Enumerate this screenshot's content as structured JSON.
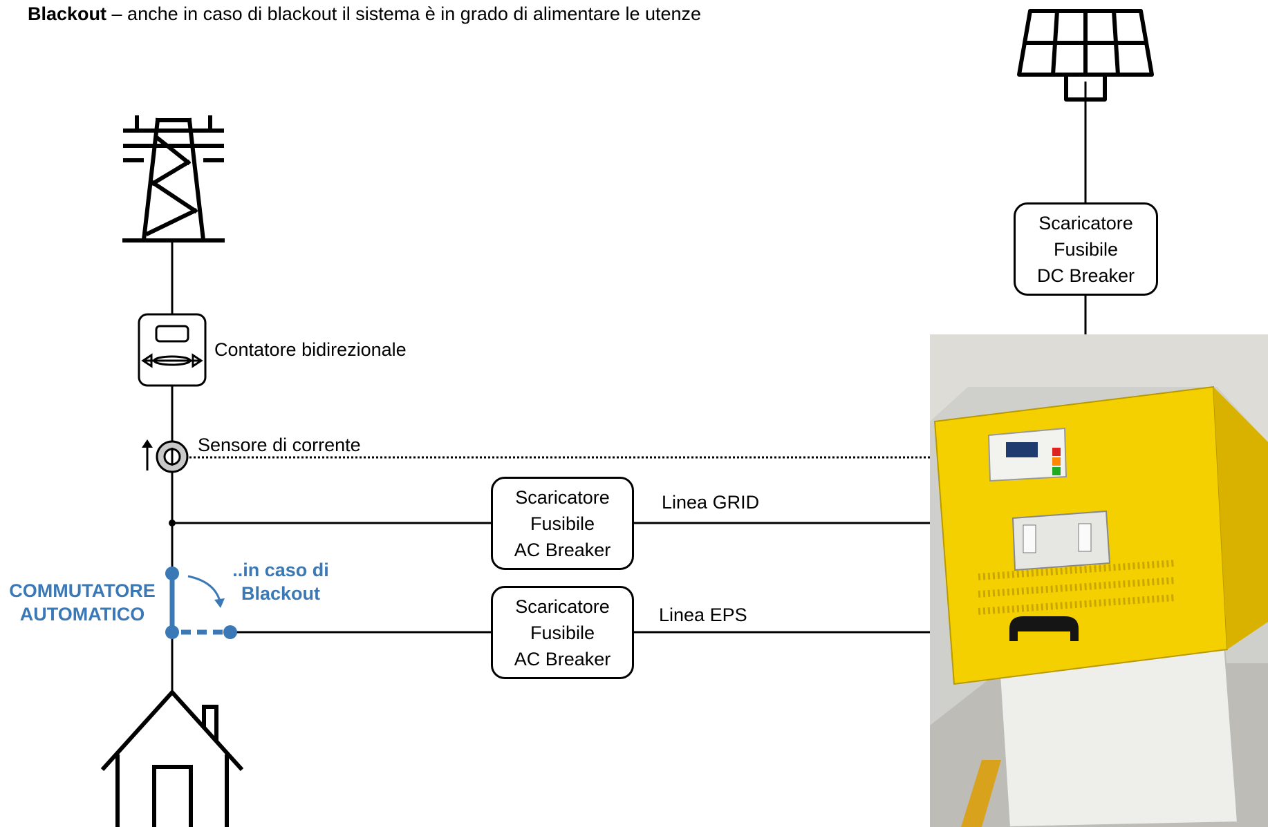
{
  "heading": {
    "bold": "Blackout",
    "rest": " – anche in caso di blackout il sistema è in grado di alimentare le utenze"
  },
  "labels": {
    "meter": "Contatore bidirezionale",
    "sensor": "Sensore di corrente",
    "grid_line": "Linea GRID",
    "eps_line": "Linea EPS",
    "switch_title_1": "COMMUTATORE",
    "switch_title_2": "AUTOMATICO",
    "blackout_note_1": "..in caso di",
    "blackout_note_2": "Blackout"
  },
  "boxes": {
    "dc": [
      "Scaricatore",
      "Fusibile",
      "DC Breaker"
    ],
    "grid": [
      "Scaricatore",
      "Fusibile",
      "AC Breaker"
    ],
    "eps": [
      "Scaricatore",
      "Fusibile",
      "AC Breaker"
    ]
  },
  "icons": [
    "power-pylon-icon",
    "meter-icon",
    "current-sensor-icon",
    "house-icon",
    "solar-panel-icon",
    "inverter-photo"
  ],
  "colors": {
    "line": "#000000",
    "switch": "#3a78b6",
    "inverter_body": "#f5d000"
  }
}
